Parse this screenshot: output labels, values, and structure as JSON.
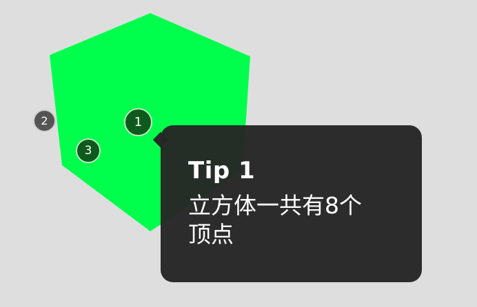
{
  "scene": {
    "background_color": "#dedede",
    "shape_name": "cube",
    "shape_color": "#00ff4c"
  },
  "markers": [
    {
      "label": "1",
      "state": "active"
    },
    {
      "label": "2",
      "state": "inactive"
    },
    {
      "label": "3",
      "state": "default"
    }
  ],
  "tooltip": {
    "title": "Tip 1",
    "body": "立方体一共有8个顶点",
    "background_color": "#262626"
  }
}
